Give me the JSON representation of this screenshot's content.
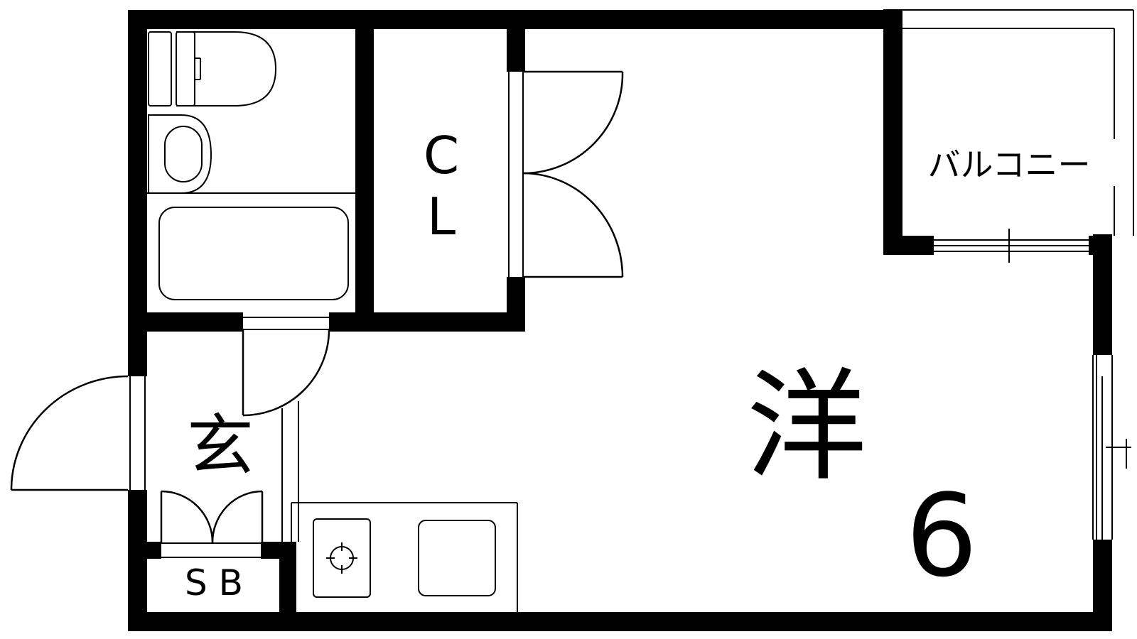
{
  "rooms": {
    "closet": {
      "line1": "C",
      "line2": "L"
    },
    "balcony": {
      "label": "バルコニー"
    },
    "western_room": {
      "label": "洋",
      "size": "6"
    },
    "entrance": {
      "label": "玄"
    },
    "shoe_box": {
      "label": "S B"
    }
  },
  "colors": {
    "wall": "#000000",
    "background": "#ffffff"
  },
  "icons": [
    "toilet-icon",
    "washbasin-icon",
    "bathtub-icon",
    "stove-burner-icon",
    "sink-icon"
  ]
}
